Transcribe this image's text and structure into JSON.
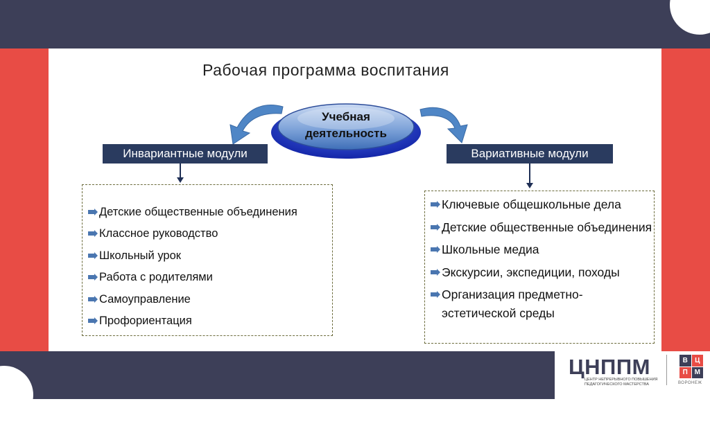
{
  "title": "Рабочая программа воспитания",
  "center": {
    "line1": "Учебная",
    "line2": "деятельность"
  },
  "left_module": {
    "label": "Инвариантные модули",
    "items": [
      "Детские общественные объединения",
      "Классное руководство",
      "Школьный урок",
      "Работа  с родителями",
      "Самоуправление",
      "Профориентация"
    ]
  },
  "right_module": {
    "label": "Вариативные модули",
    "items": [
      "Ключевые общешкольные дела",
      "Детские общественные объединения",
      "Школьные медиа",
      "Экскурсии, экспедиции, походы",
      "Организация предметно-эстетической среды"
    ]
  },
  "logo": {
    "main": "ЦНППМ",
    "sub": "ЦЕНТР НЕПРЕРЫВНОГО ПОВЫШЕНИЯ ПЕДАГОГИЧЕСКОГО МАСТЕРСТВА",
    "cells": [
      "В",
      "Ц",
      "П",
      "М"
    ],
    "city": "ВОРОНЕЖ"
  },
  "colors": {
    "navy": "#3d3f58",
    "red": "#e84c45",
    "module_bg": "#2a3b5f",
    "bullet": "#4a76b0",
    "arrow": "#4f86c6"
  }
}
